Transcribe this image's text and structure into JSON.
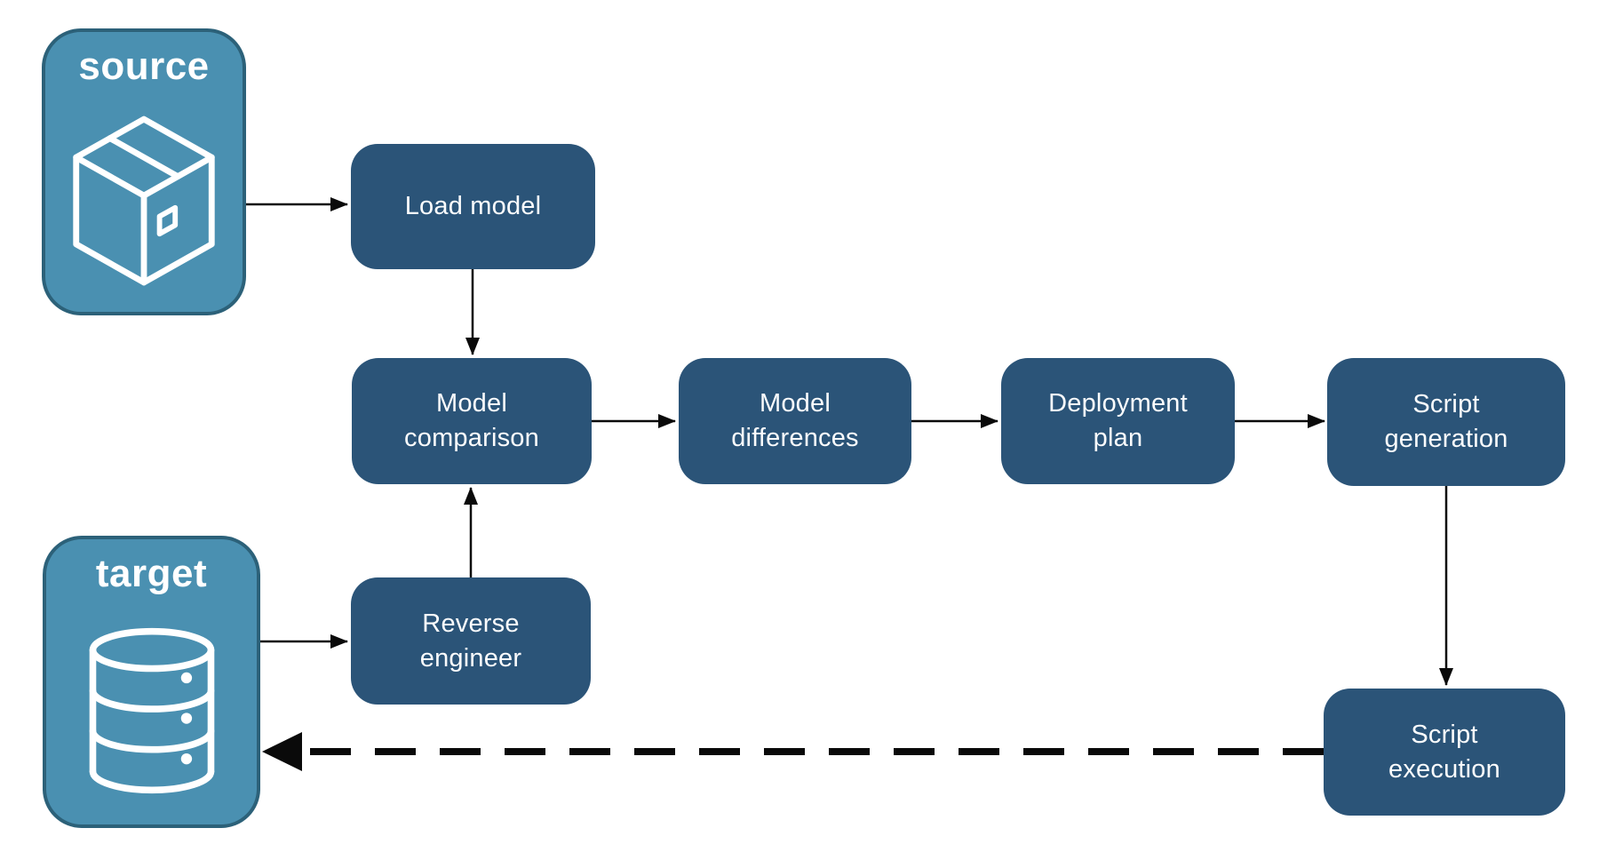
{
  "colors": {
    "background": "#FFFFFF",
    "node_fill": "#2B5478",
    "node_text": "#FBFCFD",
    "container_fill": "#4A90B1",
    "container_border": "#2C6179",
    "container_text": "#FFFFFF",
    "arrow": "#0A0A0A"
  },
  "containers": {
    "source": {
      "label": "source",
      "icon": "package-icon"
    },
    "target": {
      "label": "target",
      "icon": "database-icon"
    }
  },
  "nodes": {
    "load_model": {
      "label": "Load model",
      "lines": [
        "Load model"
      ]
    },
    "model_comparison": {
      "label": "Model comparison",
      "lines": [
        "Model",
        "comparison"
      ]
    },
    "model_differences": {
      "label": "Model differences",
      "lines": [
        "Model",
        "differences"
      ]
    },
    "deployment_plan": {
      "label": "Deployment plan",
      "lines": [
        "Deployment",
        "plan"
      ]
    },
    "script_generation": {
      "label": "Script generation",
      "lines": [
        "Script",
        "generation"
      ]
    },
    "reverse_engineer": {
      "label": "Reverse engineer",
      "lines": [
        "Reverse",
        "engineer"
      ]
    },
    "script_execution": {
      "label": "Script execution",
      "lines": [
        "Script",
        "execution"
      ]
    }
  },
  "edges": [
    {
      "from": "source",
      "to": "load_model",
      "style": "solid"
    },
    {
      "from": "load_model",
      "to": "model_comparison",
      "style": "solid"
    },
    {
      "from": "model_comparison",
      "to": "model_differences",
      "style": "solid"
    },
    {
      "from": "model_differences",
      "to": "deployment_plan",
      "style": "solid"
    },
    {
      "from": "deployment_plan",
      "to": "script_generation",
      "style": "solid"
    },
    {
      "from": "target",
      "to": "reverse_engineer",
      "style": "solid"
    },
    {
      "from": "reverse_engineer",
      "to": "model_comparison",
      "style": "solid"
    },
    {
      "from": "script_generation",
      "to": "script_execution",
      "style": "solid"
    },
    {
      "from": "script_execution",
      "to": "target",
      "style": "dashed"
    }
  ]
}
